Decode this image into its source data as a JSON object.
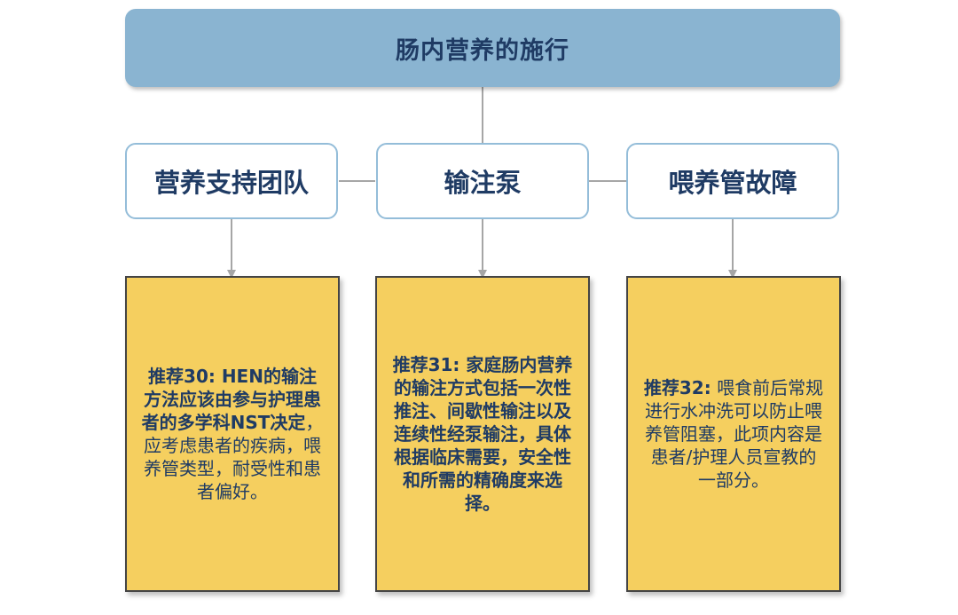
{
  "title": "肠内营养的施行",
  "categories": [
    {
      "label": "营养支持团队"
    },
    {
      "label": "输注泵"
    },
    {
      "label": "喂养管故障"
    }
  ],
  "recommendations": [
    {
      "bold": "推荐30: HEN的输注方法应该由参与护理患者的多学科NST决定",
      "normal": "，应考虑患者的疾病，喂养管类型，耐受性和患者偏好。"
    },
    {
      "bold": "推荐31: 家庭肠内营养的输注方式包括一次性推注、间歇性输注以及连续性经泵输注，具体根据临床需要，安全性和所需的精确度来选择。",
      "normal": ""
    },
    {
      "bold": "推荐32:",
      "normal": " 喂食前后常规进行水冲洗可以防止喂养管阻塞，此项内容是患者/护理人员宣教的一部分。"
    }
  ],
  "colors": {
    "title_fill": "#8ab4d1",
    "category_border": "#94bdd9",
    "note_fill": "#f5cf5f",
    "text": "#1f3b64",
    "connector": "#a6a6a6"
  }
}
